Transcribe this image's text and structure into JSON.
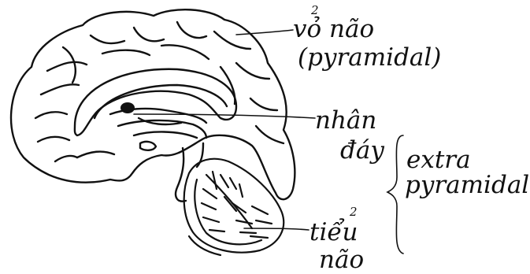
{
  "labels": {
    "cortex_line1": "vỏ não",
    "cortex_line2": "(pyramidal)",
    "basal_line1": "nhân",
    "basal_line2": "đáy",
    "extra_line1": "extra",
    "extra_line2": "pyramidal",
    "cerebellum_line1": "tiểu",
    "cerebellum_line2": "não",
    "superscript": "2"
  },
  "colors": {
    "ink": "#111111",
    "background": "#ffffff"
  }
}
